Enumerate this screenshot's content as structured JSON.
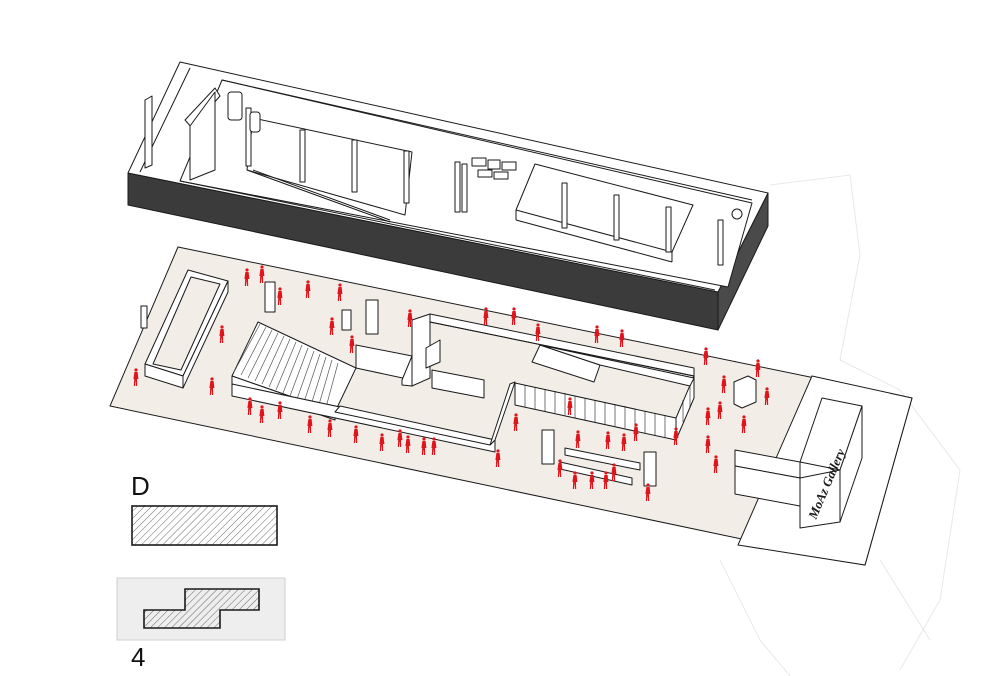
{
  "legend": {
    "section_label": "D",
    "level_label": "4"
  },
  "sign": {
    "text": "MoAz Gallery"
  },
  "colors": {
    "floor": "#f3ede8",
    "wall_dark": "#3b3b3b",
    "line": "#1a1a1a",
    "people": "#e0141b",
    "level_box": "#eeeeee",
    "ghost_line": "#e6e6e6"
  }
}
